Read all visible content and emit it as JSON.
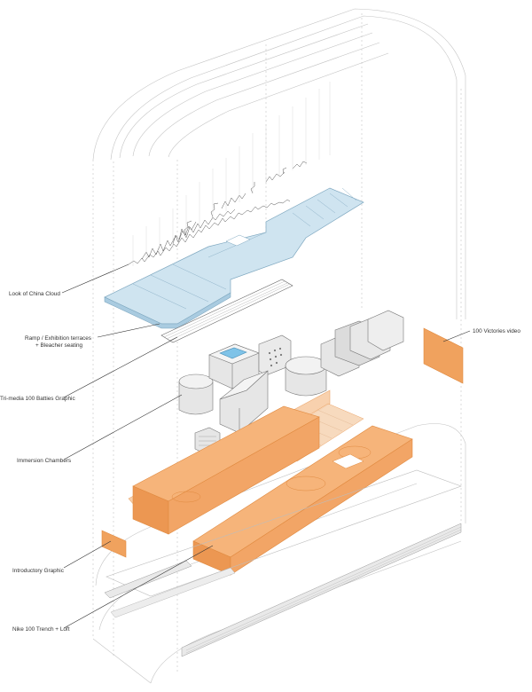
{
  "labels": {
    "china_cloud": "Look of China Cloud",
    "ramp_line1": "Ramp / Exhibition terraces",
    "ramp_line2": "+ Bleacher seating",
    "trimedia": "Tri-media 100 Batties Graphic",
    "immersion": "Immersion Chambers",
    "introductory": "Introductory Graphic",
    "nike_trench": "Nike 100 Trench + Loft",
    "victories_video": "100 Victories video"
  },
  "colors": {
    "orange": "#f0a25e",
    "orange_light": "#f7c9a0",
    "blue": "#cfe4f0",
    "blue_stroke": "#7fa8c0",
    "line": "#b8b8b8",
    "leader": "#333333",
    "box_fill": "#e6e6e6"
  }
}
